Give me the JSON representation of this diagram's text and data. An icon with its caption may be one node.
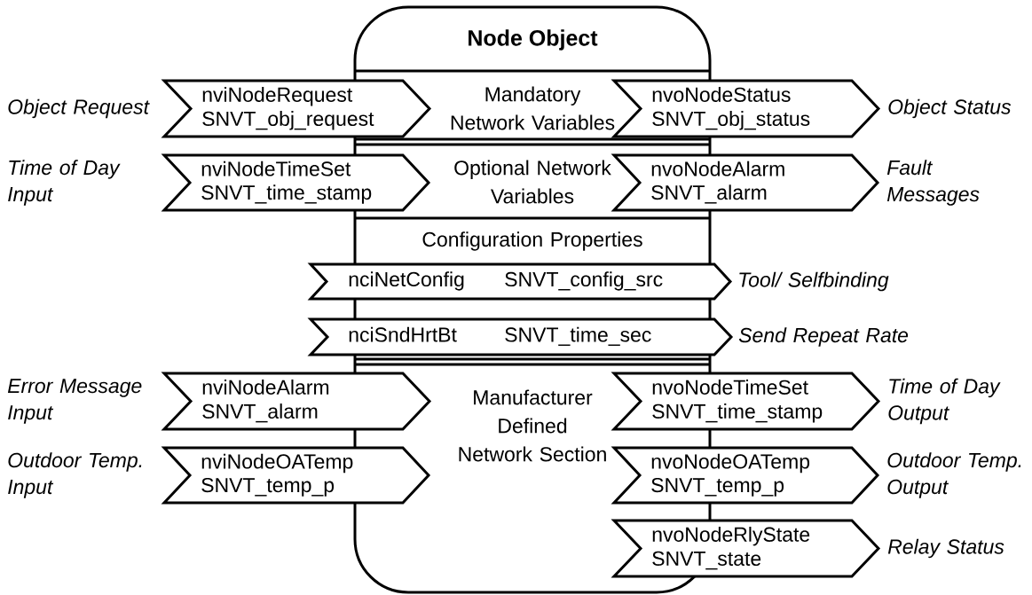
{
  "diagram": {
    "nodes": [
      {
        "text": [
          "Node Object"
        ]
      },
      {
        "text": [
          "nviNodeRequest",
          "SNVT_obj_request"
        ],
        "beside": [
          "Object Request"
        ]
      },
      {
        "text": [
          "nvoNodeStatus",
          "SNVT_obj_status"
        ],
        "beside": [
          "Object Status"
        ]
      },
      {
        "text": [
          "nviNodeTimeSet",
          "SNVT_time_stamp"
        ],
        "beside": [
          "Time of Day Input"
        ]
      },
      {
        "text": [
          "nvoNodeAlarm",
          "SNVT_alarm"
        ],
        "beside": [
          "Fault Messages"
        ]
      },
      {
        "text": [
          "nciNetConfig",
          "SNVT_config_src"
        ],
        "beside": [
          "Tool/ Selfbinding"
        ]
      },
      {
        "text": [
          "nciSndHrtBt",
          "SNVT_time_sec"
        ],
        "beside": [
          "Send Repeat Rate"
        ]
      },
      {
        "text": [
          "nviNodeAlarm",
          "SNVT_alarm"
        ],
        "beside": [
          "Error Message Input"
        ]
      },
      {
        "text": [
          "nvoNodeTimeSet",
          "SNVT_time_stamp"
        ],
        "beside": [
          "Time of Day Output"
        ]
      },
      {
        "text": [
          "nviNodeOATemp",
          "SNVT_temp_p"
        ],
        "beside": [
          "Outdoor Temp. Input"
        ]
      },
      {
        "text": [
          "nvoNodeOATemp",
          "SNVT_temp_p"
        ],
        "beside": [
          "Outdoor Temp. Output"
        ]
      },
      {
        "text": [
          "nvoNodeRlyState",
          "SNVT_state"
        ],
        "beside": [
          "Relay Status"
        ]
      }
    ],
    "labels": [
      "Mandatory Network Variables",
      "Optional Network Variables",
      "Configuration Properties",
      "Manufacturer Defined Network Section"
    ]
  }
}
